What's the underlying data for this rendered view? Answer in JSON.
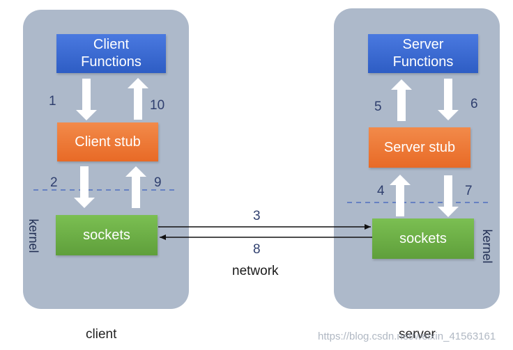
{
  "client_side": {
    "functions_line1": "Client",
    "functions_line2": "Functions",
    "stub": "Client stub",
    "sockets": "sockets",
    "kernel": "kernel",
    "caption": "client"
  },
  "server_side": {
    "functions_line1": "Server",
    "functions_line2": "Functions",
    "stub": "Server stub",
    "sockets": "sockets",
    "kernel": "kernel",
    "caption": "server"
  },
  "steps": {
    "s1": "1",
    "s2": "2",
    "s3": "3",
    "s4": "4",
    "s5": "5",
    "s6": "6",
    "s7": "7",
    "s8": "8",
    "s9": "9",
    "s10": "10"
  },
  "network": "network",
  "watermark": "https://blog.csdn.net/weixin_41563161",
  "colors": {
    "panel": "#adb9ca",
    "functions": "#3a6bd6",
    "stub": "#ee7a35",
    "sockets": "#6eaf47",
    "dashed_line": "#4f6fbf",
    "step_numbers": "#2f3f6e"
  }
}
